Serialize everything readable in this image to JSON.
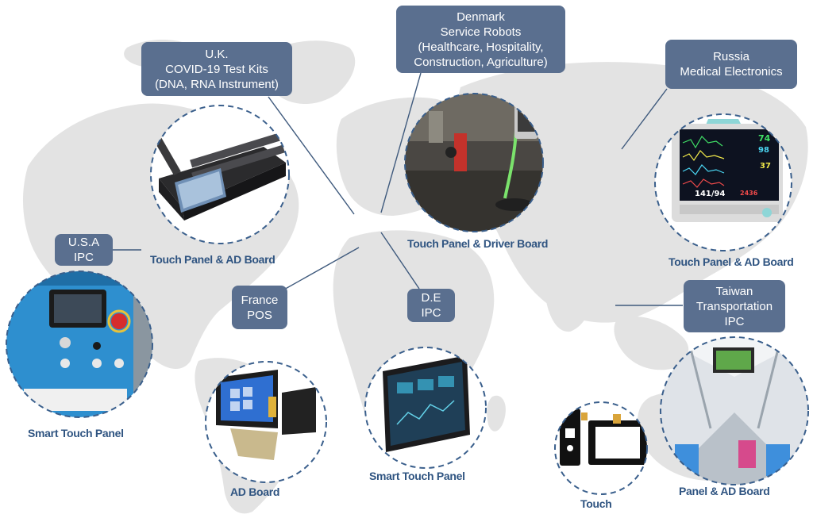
{
  "regions": {
    "uk": {
      "lines": [
        "U.K.",
        "COVID-19 Test Kits",
        "(DNA, RNA Instrument)"
      ],
      "product": "Touch Panel & AD Board"
    },
    "denmark": {
      "lines": [
        "Denmark",
        "Service Robots",
        "(Healthcare, Hospitality,",
        "Construction, Agriculture)"
      ],
      "product": "Touch Panel & Driver Board"
    },
    "russia": {
      "lines": [
        "Russia",
        "Medical Electronics"
      ],
      "product": "Touch Panel & AD Board"
    },
    "usa": {
      "lines": [
        "U.S.A",
        "IPC"
      ],
      "product": "Smart Touch Panel"
    },
    "france": {
      "lines": [
        "France",
        "POS"
      ],
      "product": "AD Board"
    },
    "de": {
      "lines": [
        "D.E",
        "IPC"
      ],
      "product": "Smart Touch Panel"
    },
    "taiwan": {
      "lines": [
        "Taiwan",
        "Transportation",
        "IPC"
      ],
      "product_touch": "Touch",
      "product_panel": "Panel & AD Board"
    }
  },
  "colors": {
    "label_bg": "#5a6f8f",
    "caption": "#2f5481",
    "map": "#e3e3e3",
    "dashed_circle": "#3a5f8c",
    "connector": "#3f5a7d"
  },
  "monitor": {
    "readouts": [
      "74",
      "98",
      "37",
      "141/94",
      "2436"
    ]
  }
}
